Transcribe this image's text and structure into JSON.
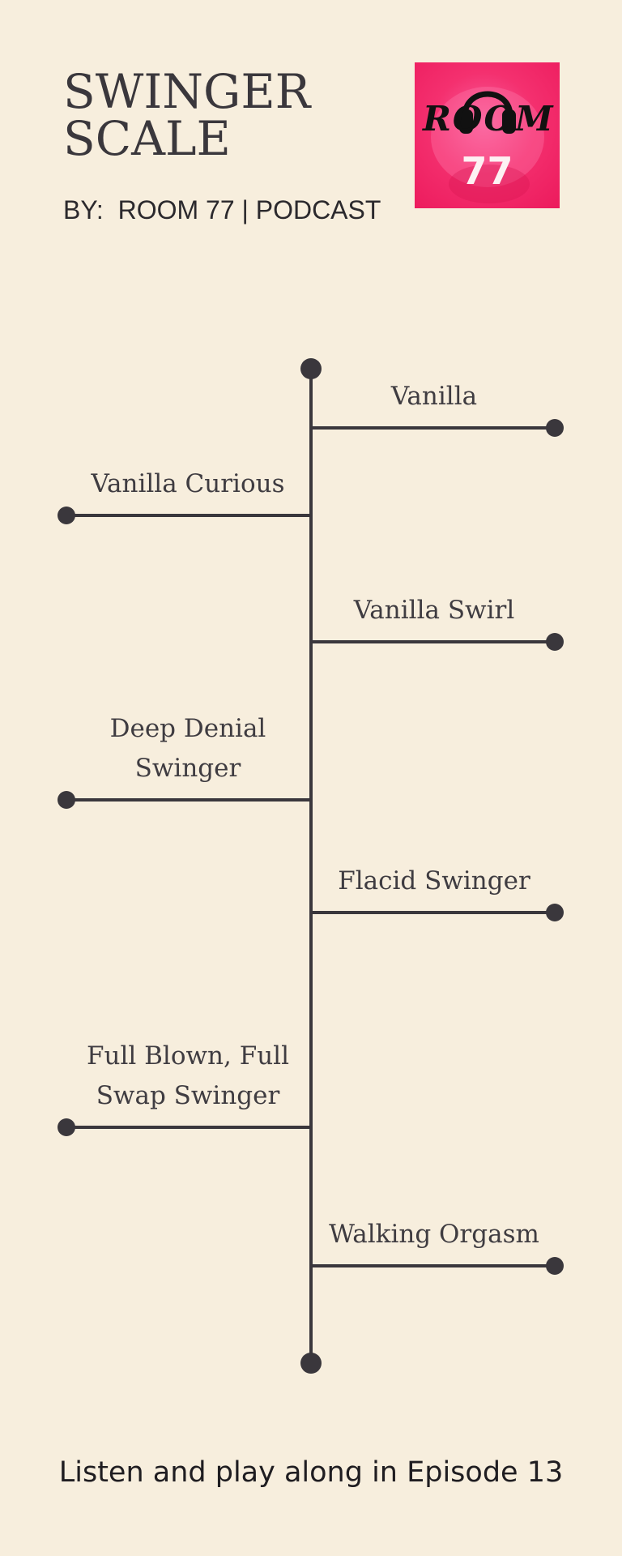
{
  "header": {
    "title_line1": "SWINGER",
    "title_line2": "SCALE",
    "byline": "BY:  ROOM 77 | PODCAST"
  },
  "logo": {
    "word": "ROOM",
    "number": "77",
    "icon": "headphones-icon",
    "background": "#ef2a6a"
  },
  "scale": {
    "line_color": "#3a373c",
    "items": [
      {
        "label": "Vanilla",
        "side": "right"
      },
      {
        "label": "Vanilla Curious",
        "side": "left"
      },
      {
        "label": "Vanilla Swirl",
        "side": "right"
      },
      {
        "label": "Deep Denial\nSwinger",
        "side": "left"
      },
      {
        "label": "Flacid Swinger",
        "side": "right"
      },
      {
        "label": "Full Blown, Full\nSwap Swinger",
        "side": "left"
      },
      {
        "label": "Walking Orgasm",
        "side": "right"
      }
    ]
  },
  "footer": {
    "text": "Listen and play along in Episode 13"
  }
}
